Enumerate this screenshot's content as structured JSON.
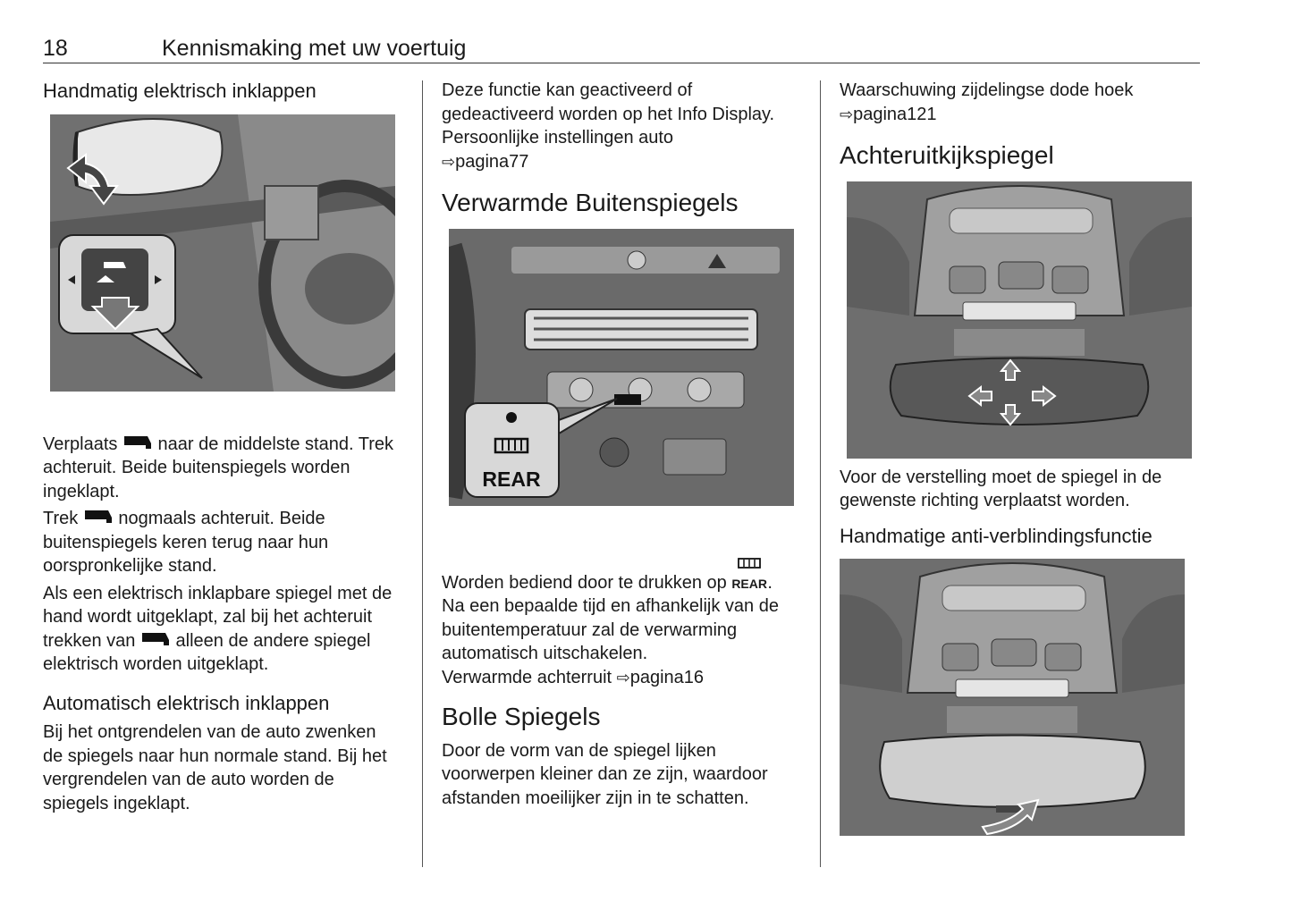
{
  "header": {
    "page_number": "18",
    "title": "Kennismaking met uw voertuig"
  },
  "col1": {
    "heading1": "Handmatig elektrisch inklappen",
    "p1a": "Verplaats",
    "p1b": "naar de middelste stand. Trek achteruit. Beide buitenspiegels worden ingeklapt.",
    "p2a": "Trek",
    "p2b": "nogmaals achteruit. Beide buitenspiegels keren terug naar hun oorspronkelijke stand.",
    "p3a": "Als een elektrisch inklapbare spiegel met de hand wordt uitgeklapt, zal bij het achteruit trekken van",
    "p3b": "alleen de andere spiegel elektrisch worden uitgeklapt.",
    "heading2": "Automatisch elektrisch inklappen",
    "p4": "Bij het ontgrendelen van de auto zwenken de spiegels naar hun normale stand. Bij het vergrendelen van de auto worden de spiegels ingeklapt."
  },
  "col2": {
    "p1": "Deze functie kan geactiveerd of gedeactiveerd worden op het Info Display.",
    "p2": "Persoonlijke instellingen auto",
    "p2ref": "pagina77",
    "heading1": "Verwarmde Buitenspiegels",
    "fig_label": "REAR",
    "p3": "Worden bediend door te drukken op",
    "p3icon": "REAR",
    "p4": "Na een bepaalde tijd en afhankelijk van de buitentemperatuur zal de verwarming automatisch uitschakelen.",
    "p5": "Verwarmde achterruit",
    "p5ref": "pagina16",
    "heading2": "Bolle Spiegels",
    "p6": "Door de vorm van de spiegel lijken voorwerpen kleiner dan ze zijn, waardoor afstanden moeilijker zijn in te schatten."
  },
  "col3": {
    "p1": "Waarschuwing zijdelingse dode hoek",
    "p1ref": "pagina121",
    "heading1": "Achteruitkijkspiegel",
    "p2": "Voor de verstelling moet de spiegel in de gewenste richting verplaatst worden.",
    "heading2": "Handmatige anti-verblindingsfunctie"
  },
  "icons": {
    "arrow": "⇨"
  }
}
